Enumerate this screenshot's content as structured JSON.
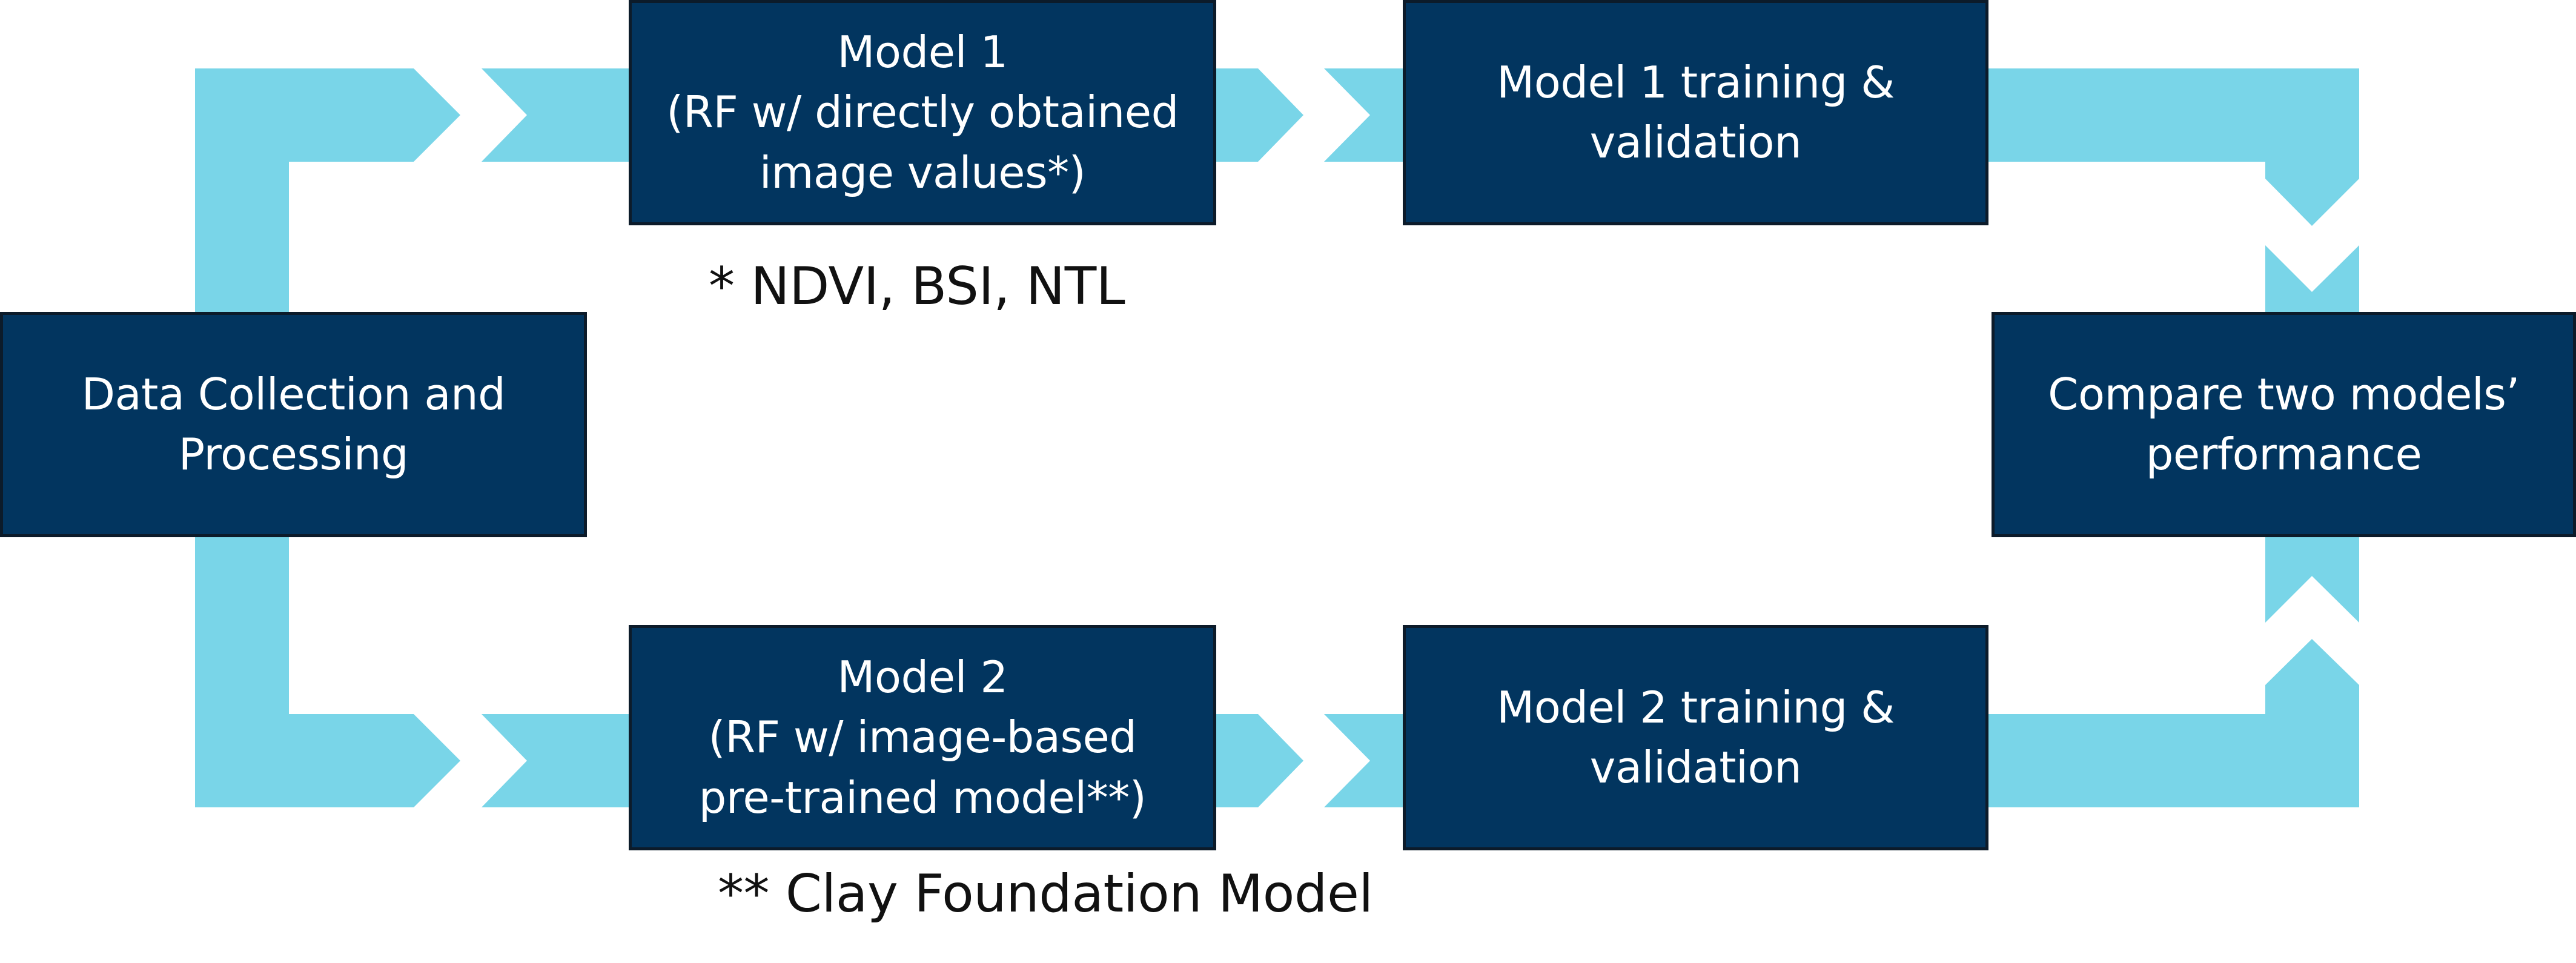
{
  "boxes": {
    "data_collection": {
      "lines": [
        "Data Collection and",
        "Processing"
      ]
    },
    "model1": {
      "lines": [
        "Model 1",
        "(RF w/ directly obtained",
        "image values*)"
      ]
    },
    "model1_training": {
      "lines": [
        "Model 1 training &",
        "validation"
      ]
    },
    "model2": {
      "lines": [
        "Model 2",
        "(RF w/ image-based",
        "pre-trained model**)"
      ]
    },
    "model2_training": {
      "lines": [
        "Model 2 training &",
        "validation"
      ]
    },
    "compare": {
      "lines": [
        "Compare two models’",
        "performance"
      ]
    }
  },
  "notes": {
    "model1_footnote": "* NDVI, BSI, NTL",
    "model2_footnote": "** Clay Foundation Model"
  },
  "colors": {
    "box_fill": "#02355f",
    "box_text": "#ffffff",
    "connector": "#79d5e8",
    "note_text": "#111111"
  }
}
